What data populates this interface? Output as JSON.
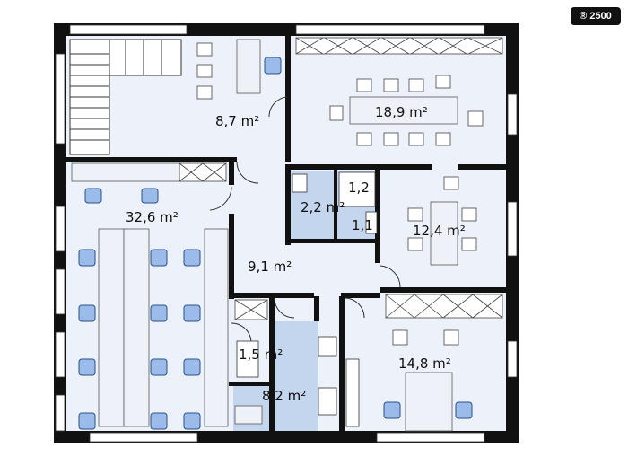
{
  "badge": {
    "text": "® 2500"
  },
  "rooms": [
    {
      "id": "r1",
      "area": "8,7 m²"
    },
    {
      "id": "r2",
      "area": "18,9 m²"
    },
    {
      "id": "r3",
      "area": "32,6 m²"
    },
    {
      "id": "r4",
      "area": "2,2 m²"
    },
    {
      "id": "r5",
      "area": "1,2"
    },
    {
      "id": "r6",
      "area": "1,1"
    },
    {
      "id": "r7",
      "area": "12,4 m²"
    },
    {
      "id": "r8",
      "area": "9,1 m²"
    },
    {
      "id": "r9",
      "area": "1,5 m²"
    },
    {
      "id": "r10",
      "area": "8,2 m²"
    },
    {
      "id": "r11",
      "area": "14,8 m²"
    }
  ],
  "colors": {
    "wall": "#111111",
    "floor": "#edf2fa",
    "wet": "#c4d5ee",
    "chair": "#9bbcea"
  }
}
